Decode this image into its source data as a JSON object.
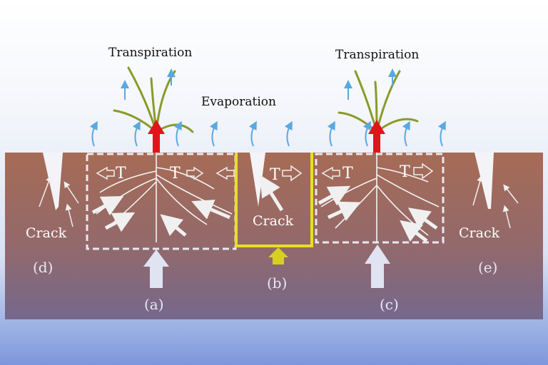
{
  "labels": {
    "transpiration_left": "Transpiration",
    "transpiration_right": "Transpiration",
    "evaporation": "Evaporation",
    "crack_d": "Crack",
    "crack_b": "Crack",
    "crack_e": "Crack",
    "t_symbol": "T",
    "zone_a": "(a)",
    "zone_b": "(b)",
    "zone_c": "(c)",
    "zone_d": "(d)",
    "zone_e": "(e)"
  },
  "colors": {
    "soil_top": "#a66b55",
    "soil_bottom": "#7a6b8c",
    "highlight_box": "#e6e020",
    "transpiration_arrow": "#e0151b",
    "vapor_arrow": "#5aa8e0",
    "plant": "#8a9a2a"
  }
}
